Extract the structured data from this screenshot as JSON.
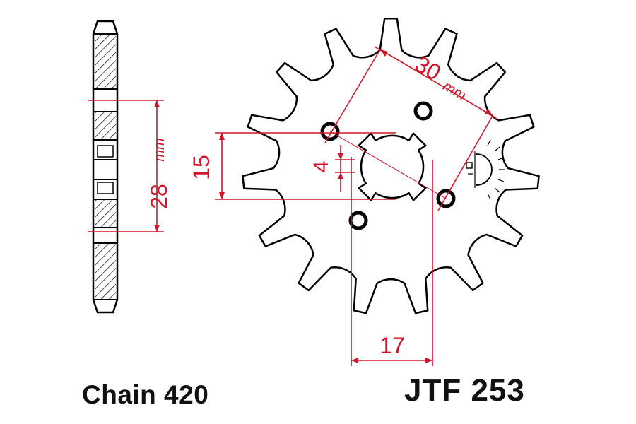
{
  "colors": {
    "outline": "#000000",
    "dimension": "#d2142a",
    "background": "#ffffff"
  },
  "labels": {
    "chain": "Chain 420",
    "part_number": "JTF 253"
  },
  "dimensions": {
    "bolt_circle_value": "30",
    "bolt_circle_unit": "mm",
    "side_width_value": "28",
    "side_width_unit": "mm",
    "spline_height": "15",
    "spline_offset": "4",
    "bore_width": "17"
  },
  "sprocket": {
    "teeth": 15,
    "bolt_holes": 4,
    "spline_teeth": 4
  }
}
